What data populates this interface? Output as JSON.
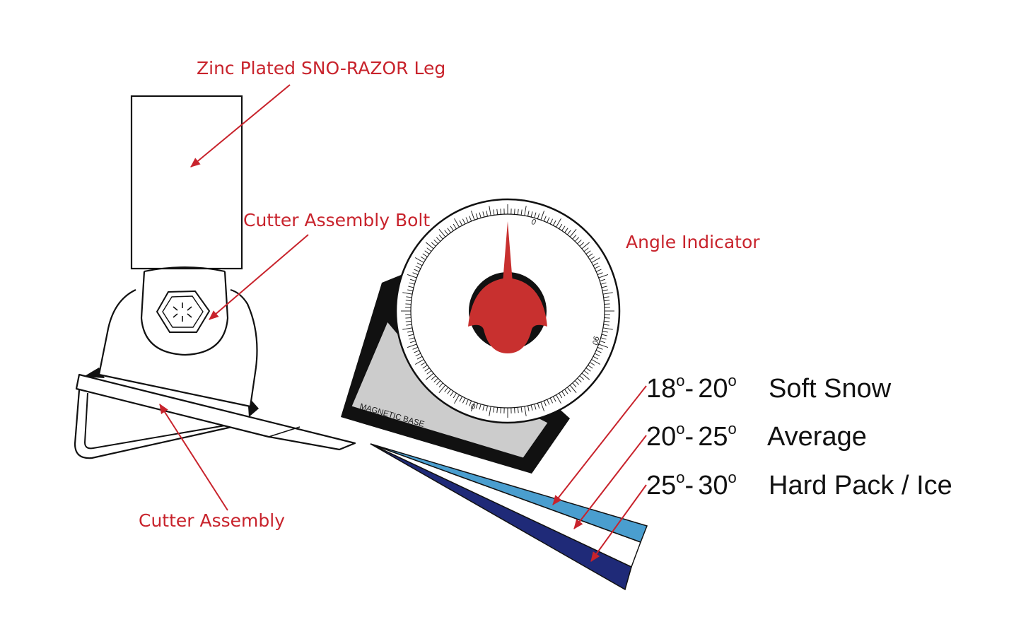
{
  "labels": {
    "leg": "Zinc Plated SNO-RAZOR Leg",
    "bolt": "Cutter Assembly Bolt",
    "indicator": "Angle Indicator",
    "cutter": "Cutter Assembly"
  },
  "indicator_base_text": "MAGNETIC BASE",
  "dial_numbers": [
    "0",
    "90",
    "0"
  ],
  "angle_ranges": [
    {
      "from": "18",
      "to": "20",
      "condition": "Soft Snow"
    },
    {
      "from": "20",
      "to": "25",
      "condition": "Average"
    },
    {
      "from": "25",
      "to": "30",
      "condition": "Hard Pack / Ice"
    }
  ],
  "degree_mark": "o",
  "range_separator": "-",
  "colors": {
    "label_red": "#c8232c",
    "needle_red": "#c8302f",
    "wedge_light_blue": "#4a9ecf",
    "wedge_dark_blue": "#1f2a78",
    "magnet_grey": "#cccccc",
    "outline": "#111111"
  }
}
